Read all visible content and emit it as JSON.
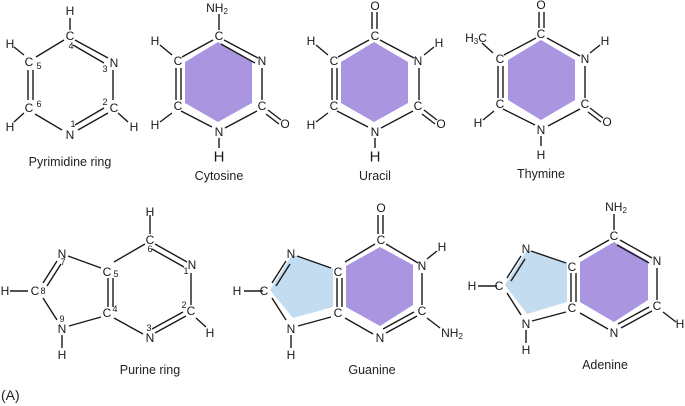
{
  "figure": {
    "panel_label": "(A)",
    "colors": {
      "pyrimidine_fill": "#a995e0",
      "imidazole_fill": "#c3dcf0",
      "bond": "#1a1a1a",
      "background": "#ffffff"
    }
  },
  "molecules": {
    "pyrimidine_ring": {
      "caption": "Pyrimidine ring",
      "atoms": {
        "c4": "C",
        "n3": "N",
        "c2": "C",
        "n1": "N",
        "c6": "C",
        "c5": "C",
        "h4": "H",
        "h5": "H",
        "h6": "H",
        "h2": "H"
      },
      "numbers": {
        "n1": "1",
        "n2": "2",
        "n3": "3",
        "n4": "4",
        "n5": "5",
        "n6": "6"
      }
    },
    "cytosine": {
      "caption": "Cytosine",
      "atoms": {
        "nh2": "NH",
        "sub2": "2",
        "c4": "C",
        "n3": "N",
        "c2": "C",
        "o2": "O",
        "n1": "N",
        "h1": "H",
        "c6": "C",
        "c5": "C",
        "h5": "H",
        "h6": "H"
      }
    },
    "uracil": {
      "caption": "Uracil",
      "atoms": {
        "o4": "O",
        "c4": "C",
        "n3": "N",
        "h3": "H",
        "c2": "C",
        "o2": "O",
        "n1": "N",
        "h1": "H",
        "c6": "C",
        "c5": "C",
        "h5": "H",
        "h6": "H"
      }
    },
    "thymine": {
      "caption": "Thymine",
      "atoms": {
        "o4": "O",
        "c4": "C",
        "n3": "N",
        "h3": "H",
        "c2": "C",
        "o2": "O",
        "n1": "N",
        "h1": "H",
        "c6": "C",
        "c5": "C",
        "ch3": "H",
        "sub3": "3",
        "ch3c": "C",
        "h6": "H"
      }
    },
    "purine_ring": {
      "caption": "Purine ring",
      "atoms": {
        "c6": "C",
        "h6": "H",
        "n1": "N",
        "c2": "C",
        "h2": "H",
        "n3": "N",
        "c4": "C",
        "c5": "C",
        "n7": "N",
        "c8": "C",
        "h8": "H",
        "n9": "N",
        "h9": "H"
      },
      "numbers": {
        "n1": "1",
        "n2": "2",
        "n3": "3",
        "n4": "4",
        "n5": "5",
        "n6": "6",
        "n7": "7",
        "n8": "8",
        "n9": "9"
      }
    },
    "guanine": {
      "caption": "Guanine",
      "atoms": {
        "o6": "O",
        "c6": "C",
        "n1": "N",
        "h1": "H",
        "c2": "C",
        "nh2": "NH",
        "sub2": "2",
        "n3": "N",
        "c4": "C",
        "c5": "C",
        "n7": "N",
        "c8": "C",
        "h8": "H",
        "n9": "N",
        "h9": "H"
      }
    },
    "adenine": {
      "caption": "Adenine",
      "atoms": {
        "nh2": "NH",
        "sub2": "2",
        "c6": "C",
        "n1": "N",
        "c2": "C",
        "h2": "H",
        "n3": "N",
        "c4": "C",
        "c5": "C",
        "n7": "N",
        "c8": "C",
        "h8": "H",
        "n9": "N",
        "h9": "H"
      }
    }
  }
}
